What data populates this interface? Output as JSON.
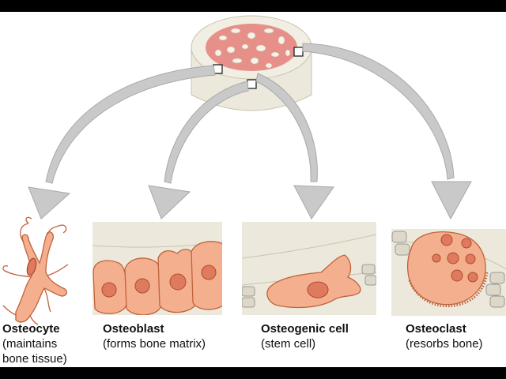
{
  "cells": [
    {
      "name": "Osteocyte",
      "description": "(maintains bone tissue)"
    },
    {
      "name": "Osteoblast",
      "description": "(forms bone matrix)"
    },
    {
      "name": "Osteogenic cell",
      "description": "(stem cell)"
    },
    {
      "name": "Osteoclast",
      "description": "(resorbs bone)"
    }
  ],
  "colors": {
    "cell_fill": "#f4b08e",
    "cell_stroke": "#c0623a",
    "nucleus": "#e07a5f",
    "bone": "#ece9dc",
    "arrow": "#c9c9c9",
    "spongy_bone": "#e7908a"
  }
}
